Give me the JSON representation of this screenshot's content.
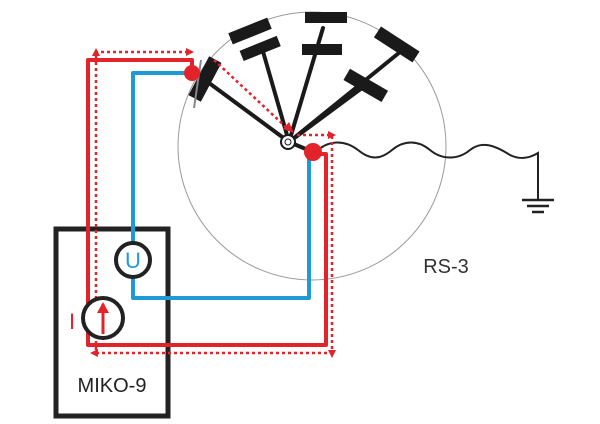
{
  "labels": {
    "device": "MIKO-9",
    "object": "RS-3",
    "voltage_symbol": "U",
    "current_symbol": "I"
  },
  "colors": {
    "current": "#e2232a",
    "voltage": "#1e9bd7",
    "frame": "#222222",
    "earth": "#333333",
    "circle": "#999999"
  },
  "icons": [
    "voltmeter-icon",
    "current-source-icon",
    "ground-icon",
    "electrode-icon"
  ]
}
